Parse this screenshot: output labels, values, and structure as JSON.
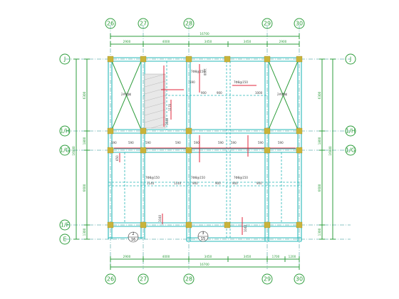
{
  "plan": {
    "colors": {
      "dimension": "#2e9d3c",
      "beam": "#27b8b8",
      "rebar": "#e0263b",
      "column": "#c9b43a",
      "label": "#404040"
    },
    "axes_x": [
      {
        "id": "x26",
        "label": "26"
      },
      {
        "id": "x27",
        "label": "27"
      },
      {
        "id": "x28",
        "label": "28"
      },
      {
        "id": "x29",
        "label": "29"
      },
      {
        "id": "x30",
        "label": "30"
      }
    ],
    "axes_y": [
      {
        "id": "yJ",
        "label": "J"
      },
      {
        "id": "yH",
        "label": "1/H"
      },
      {
        "id": "yG",
        "label": "1/G"
      },
      {
        "id": "yF",
        "label": "1/F"
      },
      {
        "id": "yE",
        "label": "E"
      }
    ],
    "top": {
      "total": "16700",
      "segments": [
        "2900",
        "4000",
        "3450",
        "3450",
        "2900"
      ]
    },
    "bottom": {
      "total": "16700",
      "segments": [
        "2900",
        "4000",
        "3450",
        "3450",
        "1700",
        "1200"
      ]
    },
    "left": {
      "total": "16000",
      "segments": [
        "6300",
        "1800",
        "6600",
        "1300"
      ]
    },
    "right": {
      "total": "16000",
      "segments": [
        "6300",
        "1800",
        "6600",
        "1300"
      ]
    },
    "stair_labels": [
      "2#楼梯",
      "2#楼梯"
    ],
    "rebar_labels": [
      "7Φ8@150",
      "7Φ8@150",
      "7Φ8@150",
      "7Φ8@150",
      "7Φ8@150"
    ],
    "detail_marks": [
      {
        "num": "2",
        "sheet": "16"
      },
      {
        "num": "3",
        "sheet": "15"
      }
    ],
    "notes": [
      "1000",
      "590",
      "900",
      "900",
      "1000",
      "590",
      "590",
      "590",
      "590",
      "590",
      "590",
      "590",
      "590",
      "590",
      "1140",
      "1140",
      "900",
      "900",
      "900",
      "900",
      "1040",
      "1040",
      "1040",
      "1170",
      "650"
    ]
  }
}
